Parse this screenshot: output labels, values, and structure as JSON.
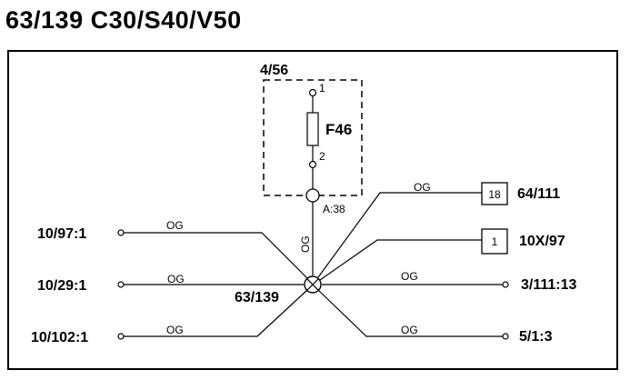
{
  "title": "63/139 C30/S40/V50",
  "component": {
    "label": "4/56",
    "fuse": "F46",
    "pin_top": "1",
    "pin_bottom": "2"
  },
  "splice": {
    "label": "63/139",
    "connector_label": "A:38"
  },
  "wire_color": "OG",
  "left_terminals": [
    "10/97:1",
    "10/29:1",
    "10/102:1"
  ],
  "right_terminals": [
    "3/111:13",
    "5/1:3"
  ],
  "boxed_connections": [
    {
      "pin": "18",
      "label": "64/111"
    },
    {
      "pin": "1",
      "label": "10X/97"
    }
  ]
}
